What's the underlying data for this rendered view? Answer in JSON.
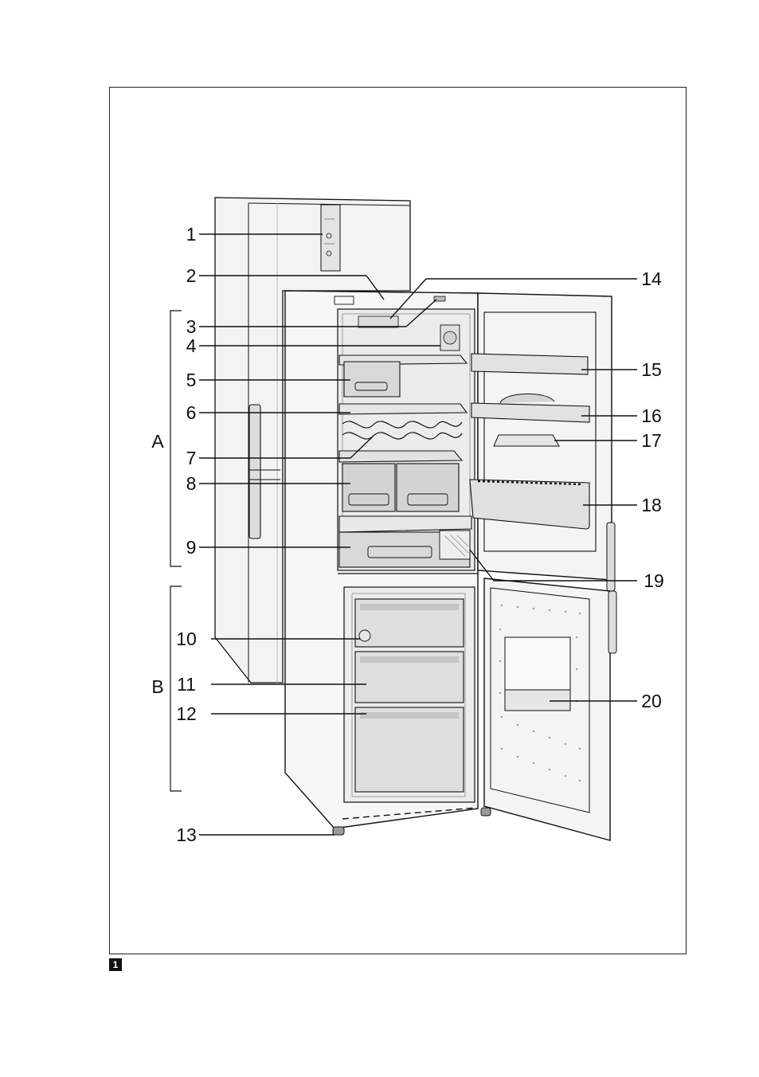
{
  "figure": {
    "number": "1"
  },
  "groups": [
    {
      "letter": "A"
    },
    {
      "letter": "B"
    }
  ],
  "callouts": [
    "1",
    "2",
    "3",
    "4",
    "5",
    "6",
    "7",
    "8",
    "9",
    "10",
    "11",
    "12",
    "13",
    "14",
    "15",
    "16",
    "17",
    "18",
    "19",
    "20"
  ],
  "colors": {
    "line": "#111111",
    "body": "#f2f2f2",
    "shade": "#d6d6d6",
    "dark": "#9a9a9a"
  }
}
